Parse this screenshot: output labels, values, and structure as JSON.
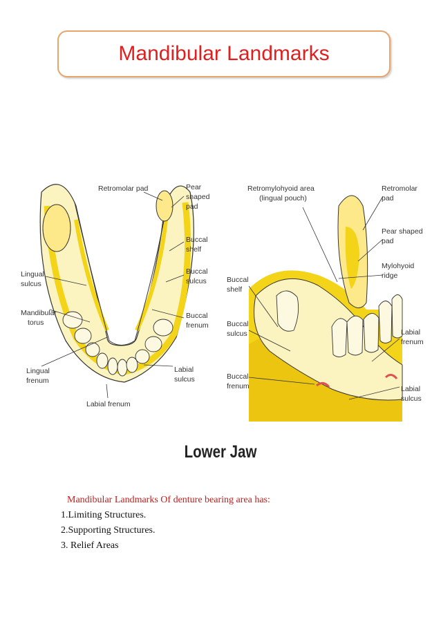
{
  "header": {
    "title": "Mandibular Landmarks"
  },
  "figure": {
    "left_panel": {
      "labels": {
        "retromolar_pad": "Retromolar pad",
        "pear_l1": "Pear",
        "pear_l2": "shaped",
        "pear_l3": "pad",
        "buccal_shelf_l1": "Buccal",
        "buccal_shelf_l2": "shelf",
        "buccal_sulcus_l1": "Buccal",
        "buccal_sulcus_l2": "sulcus",
        "buccal_frenum_l1": "Buccal",
        "buccal_frenum_l2": "frenum",
        "labial_sulcus_l1": "Labial",
        "labial_sulcus_l2": "sulcus",
        "labial_frenum": "Labial frenum",
        "lingual_frenum_l1": "Lingual",
        "lingual_frenum_l2": "frenum",
        "mandibular_torus_l1": "Mandibular",
        "mandibular_torus_l2": "torus",
        "lingual_sulcus_l1": "Lingual",
        "lingual_sulcus_l2": "sulcus"
      }
    },
    "right_panel": {
      "labels": {
        "retromylohyoid_l1": "Retromylohyoid area",
        "retromylohyoid_l2": "(lingual pouch)",
        "retromolar_l1": "Retromolar",
        "retromolar_l2": "pad",
        "pear_l1": "Pear shaped",
        "pear_l2": "pad",
        "mylohyoid_l1": "Mylohyoid",
        "mylohyoid_l2": "ridge",
        "labial_frenum_l1": "Labial",
        "labial_frenum_l2": "frenum",
        "labial_sulcus_l1": "Labial",
        "labial_sulcus_l2": "sulcus",
        "buccal_shelf_l1": "Buccal",
        "buccal_shelf_l2": "shelf",
        "buccal_sulcus_l1": "Buccal",
        "buccal_sulcus_l2": "sulcus",
        "buccal_frenum_l1": "Buccal",
        "buccal_frenum_l2": "frenum"
      }
    },
    "caption": "Lower Jaw"
  },
  "content": {
    "intro": "Mandibular Landmarks Of denture bearing area has:",
    "items": [
      "1.Limiting Structures.",
      "2.Supporting Structures.",
      "3. Relief Areas"
    ]
  },
  "colors": {
    "title": "#e02020",
    "title_border": "#e9a46b",
    "intro": "#c01d1d",
    "yellow": "#f3d418",
    "pale": "#fbf3c0"
  }
}
